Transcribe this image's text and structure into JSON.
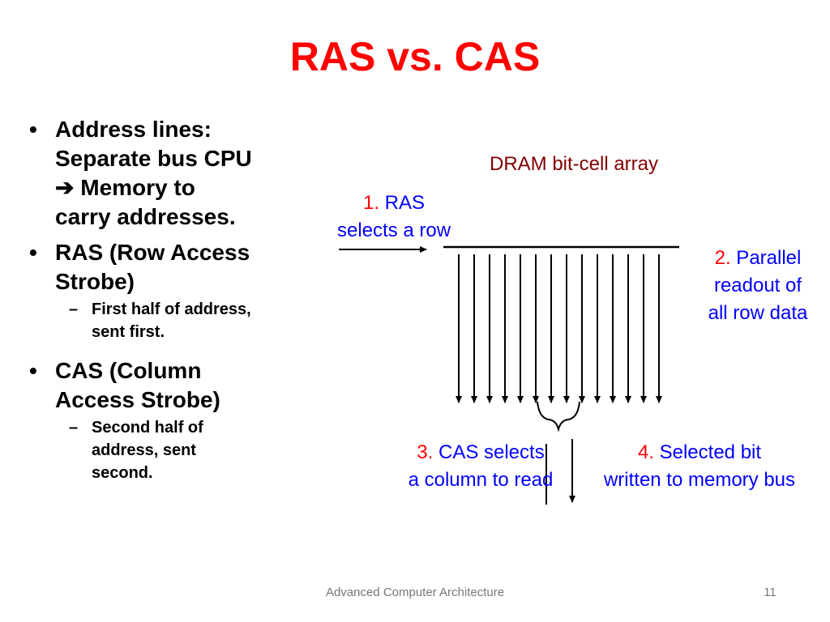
{
  "slide": {
    "title": "RAS vs. CAS",
    "bullets": [
      {
        "bullet": "•",
        "line1": "Address lines:",
        "line2": "Separate bus CPU",
        "arrow": "➔",
        "line3": " Memory to",
        "line4": "carry addresses."
      },
      {
        "bullet": "•",
        "line1": "RAS (Row Access",
        "line2": "Strobe)"
      },
      {
        "dash": "–",
        "line1": "First half of address,",
        "line2": "sent first."
      },
      {
        "bullet": "•",
        "line1": "CAS (Column",
        "line2": "Access Strobe)"
      },
      {
        "dash": "–",
        "line1": "Second half of",
        "line2": "address, sent",
        "line3": "second."
      }
    ],
    "diagram": {
      "array_label": "DRAM bit-cell array",
      "step1": {
        "num": "1.",
        "line1": " RAS",
        "line2": "selects a row"
      },
      "step2": {
        "num": "2.",
        "line1": " Parallel",
        "line2": "readout of",
        "line3": "all row data"
      },
      "step3": {
        "num": "3.",
        "line1": " CAS selects",
        "line2": "a column to read"
      },
      "step4": {
        "num": "4.",
        "line1": " Selected bit",
        "line2": "written to memory bus"
      },
      "column_line_count": 14
    },
    "footer": "Advanced Computer Architecture",
    "page_number": "11",
    "colors": {
      "title": "#ff0000",
      "step_number": "#ff0000",
      "step_text": "#0000ff",
      "array_label": "#800000",
      "footer": "#777777"
    }
  }
}
